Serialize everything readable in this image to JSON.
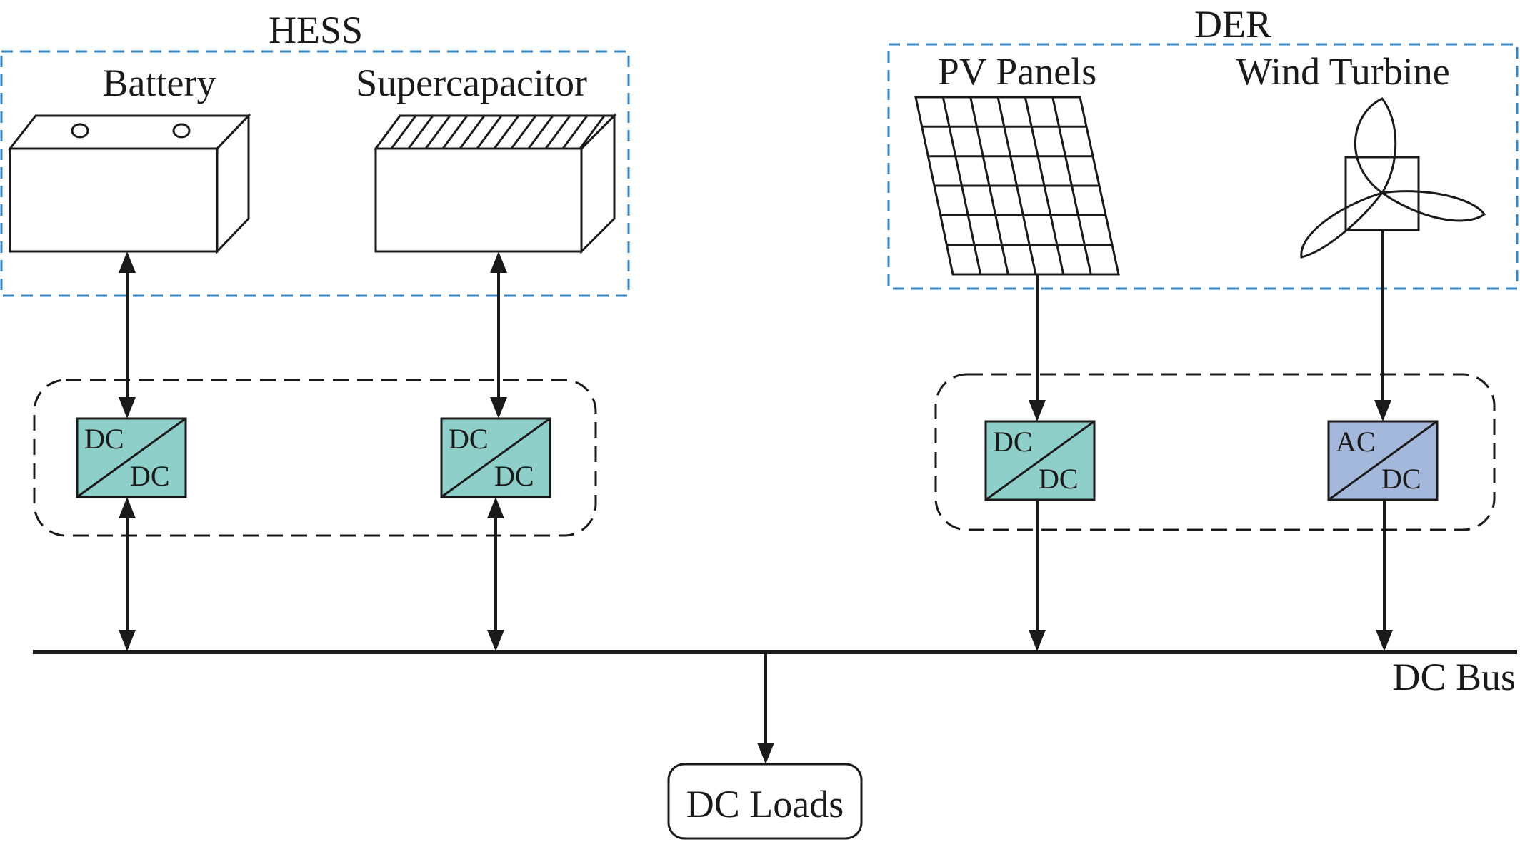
{
  "groups": {
    "hess": "HESS",
    "der": "DER"
  },
  "sources": {
    "battery": "Battery",
    "supercapacitor": "Supercapacitor",
    "pv": "PV Panels",
    "wind": "Wind Turbine"
  },
  "converters": [
    {
      "in": "DC",
      "out": "DC"
    },
    {
      "in": "DC",
      "out": "DC"
    },
    {
      "in": "DC",
      "out": "DC"
    },
    {
      "in": "AC",
      "out": "DC"
    }
  ],
  "bus": {
    "label": "DC Bus"
  },
  "loads": {
    "label": "DC Loads"
  },
  "colors": {
    "dcdc": "#8ecfca",
    "acdc": "#a4b8dc",
    "group_border": "#3a86c0"
  }
}
